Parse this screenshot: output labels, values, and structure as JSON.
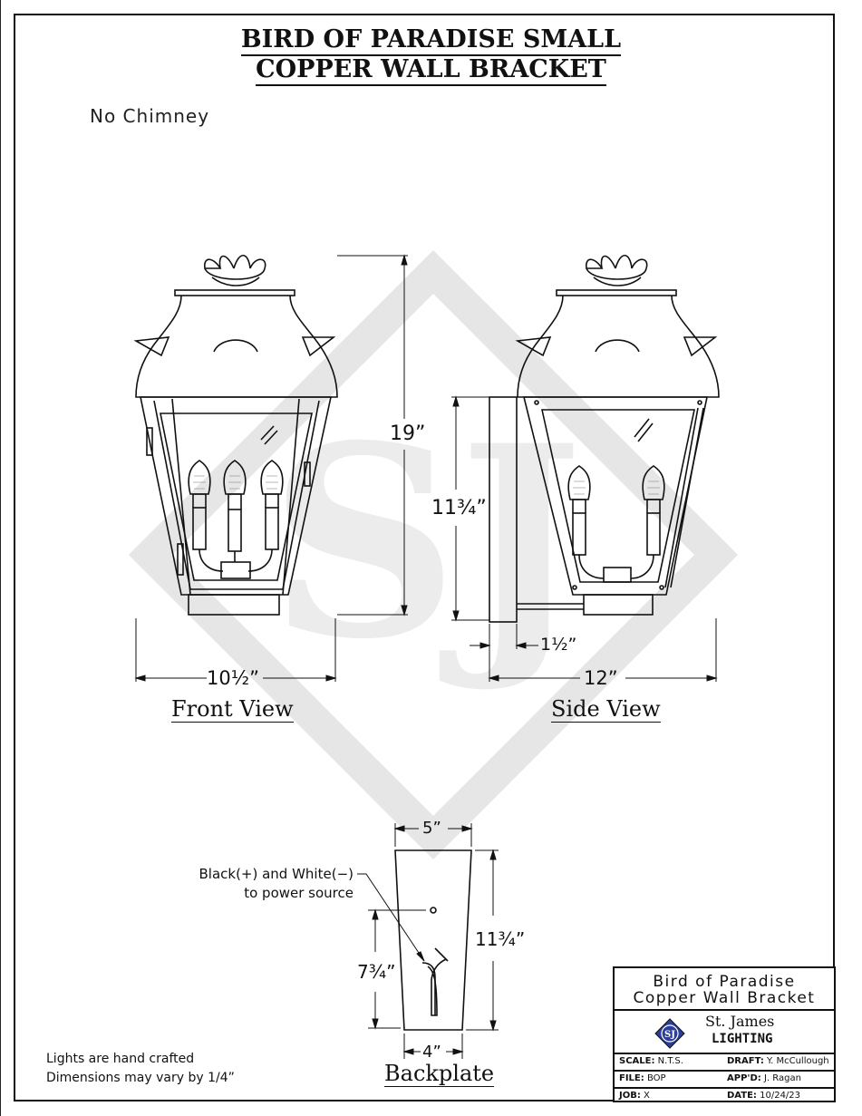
{
  "title": {
    "line1": "BIRD OF PARADISE SMALL",
    "line2": "COPPER WALL BRACKET"
  },
  "notes": {
    "no_chimney": "No Chimney",
    "hand_crafted": "Lights are hand crafted",
    "dimensions_vary": "Dimensions may vary by 1/4”"
  },
  "views": {
    "front_label": "Front View",
    "side_label": "Side View",
    "backplate_label": "Backplate"
  },
  "dimensions": {
    "height_total": "19”",
    "front_width": "10½”",
    "side_height": "11¾”",
    "side_offset": "1½”",
    "side_depth": "12”",
    "backplate_top_width": "5”",
    "backplate_bottom_width": "4”",
    "backplate_height": "11¾”",
    "backplate_junction_height": "7¾”"
  },
  "wiring": {
    "line1": "Black(+) and White(−)",
    "line2": "to power source"
  },
  "title_block": {
    "name_line1": "Bird of Paradise",
    "name_line2": "Copper Wall Bracket",
    "company": "St. James",
    "division": "LIGHTING",
    "logo_text": "SJ",
    "scale_label": "SCALE:",
    "scale_value": "N.T.S.",
    "draft_label": "DRAFT:",
    "draft_value": "Y. McCullough",
    "file_label": "FILE:",
    "file_value": "BOP",
    "appd_label": "APP'D:",
    "appd_value": "J. Ragan",
    "job_label": "JOB:",
    "job_value": "X",
    "date_label": "DATE:",
    "date_value": "10/24/23"
  },
  "colors": {
    "line": "#111111",
    "watermark": "#e6e6e6",
    "logo_blue": "#2b3f9a"
  }
}
